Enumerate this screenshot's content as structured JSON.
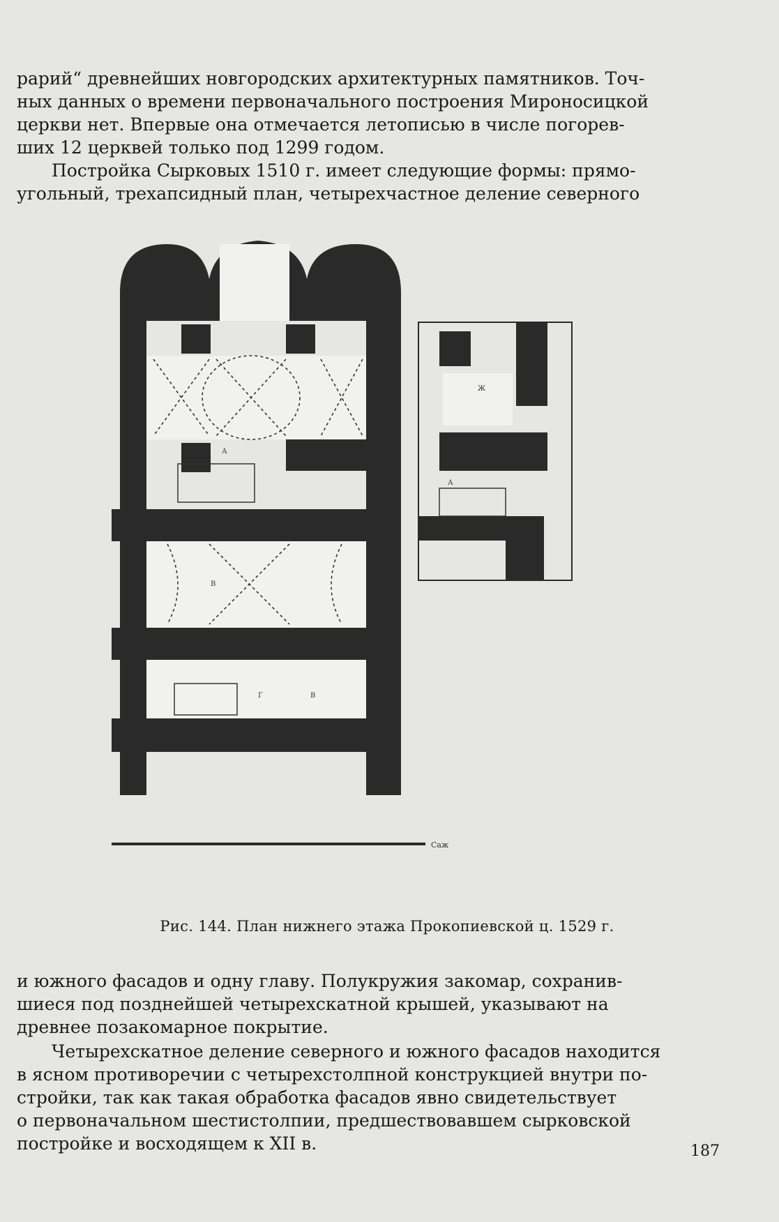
{
  "text": {
    "p1_lines": [
      "рарий“ древнейших новгородских архитектурных памятников. Точ-",
      "ных данных о времени первоначального построения Мироносицкой",
      "церкви нет. Впервые она отмечается летописью в числе погорев-",
      "ших 12 церквей только под 1299 годом."
    ],
    "p2_lines": [
      "Постройка Сырковых 1510 г. имеет следующие формы: прямо-",
      "угольный, трехапсидный план, четырехчастное деление северного"
    ],
    "p3_lines": [
      "и южного фасадов и одну главу. Полукружия закомар, сохранив-",
      "шиеся под позднейшей четырехскатной крышей, указывают на",
      "древнее позакомарное покрытие."
    ],
    "p4_lines": [
      "Четырехскатное деление северного и южного фасадов находится",
      "в ясном противоречии с четырехстолпной конструкцией внутри по-",
      "стройки, так как такая обработка фасадов явно свидетельствует",
      "о первоначальном шестистолпии, предшествовавшем сырковской",
      "постройке и восходящем к XII в."
    ]
  },
  "figure": {
    "caption": "Рис. 144. План нижнего этажа Прокопиевской ц. 1529 г.",
    "scale_label": "Саж",
    "room_labels": [
      "В",
      "Г",
      "В",
      "А",
      "А",
      "Ж"
    ]
  },
  "page_number": "187"
}
